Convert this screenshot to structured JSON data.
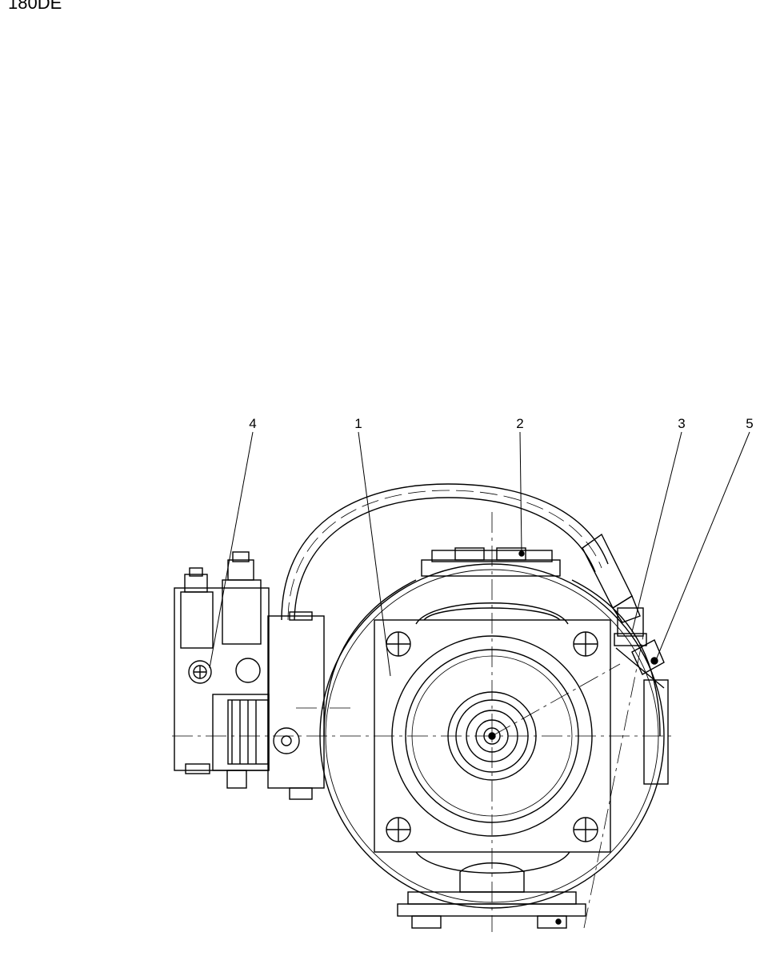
{
  "document": {
    "model_label": "180DE"
  },
  "callouts": [
    {
      "id": "4",
      "label": "4"
    },
    {
      "id": "1",
      "label": "1"
    },
    {
      "id": "2",
      "label": "2"
    },
    {
      "id": "3",
      "label": "3"
    },
    {
      "id": "5",
      "label": "5"
    }
  ]
}
